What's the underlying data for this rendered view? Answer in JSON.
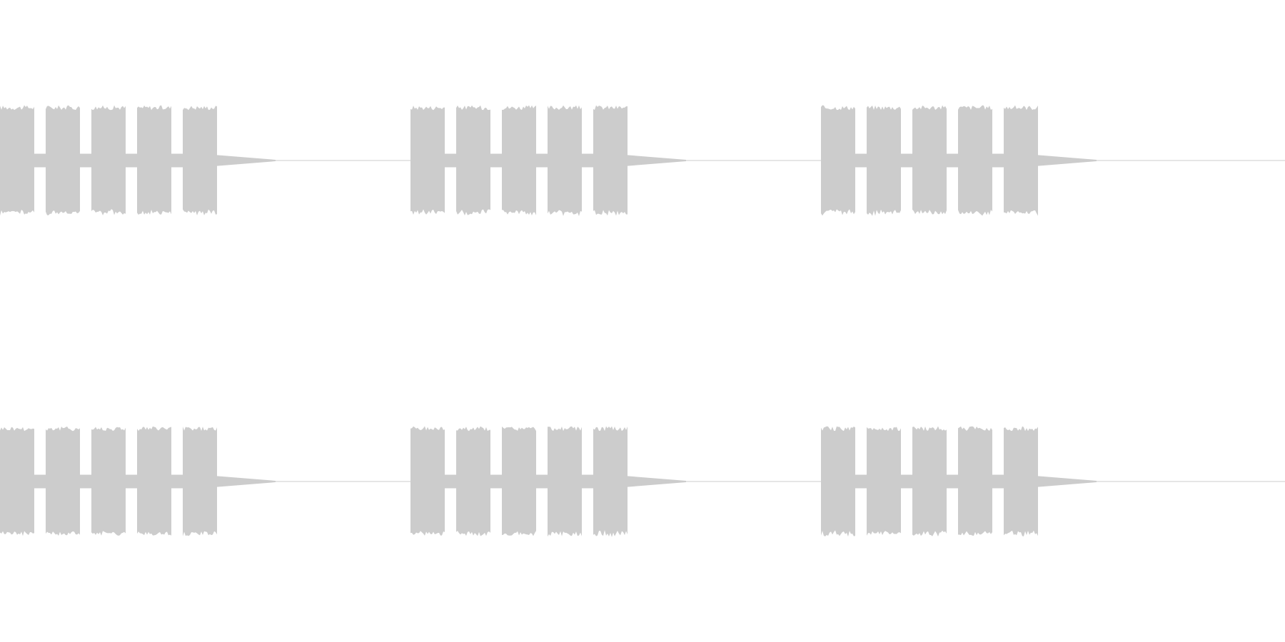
{
  "waveform": {
    "color": "#cccccc",
    "background": "#ffffff",
    "channels": [
      {
        "channel": "upper"
      },
      {
        "channel": "lower"
      }
    ],
    "pattern": {
      "groups_per_channel": 3,
      "beeps_per_group": 5,
      "beep_amplitude": 0.4,
      "gap_amplitude": 0.05,
      "tail_amplitude": 0.04
    }
  }
}
